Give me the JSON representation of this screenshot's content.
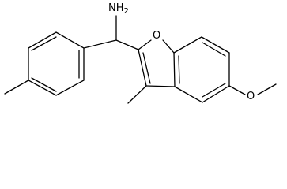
{
  "molecule": {
    "atom_labels": {
      "amine": "NH",
      "amine_subscript": "2",
      "ring_oxygen": "O",
      "methoxy_oxygen": "O"
    }
  }
}
